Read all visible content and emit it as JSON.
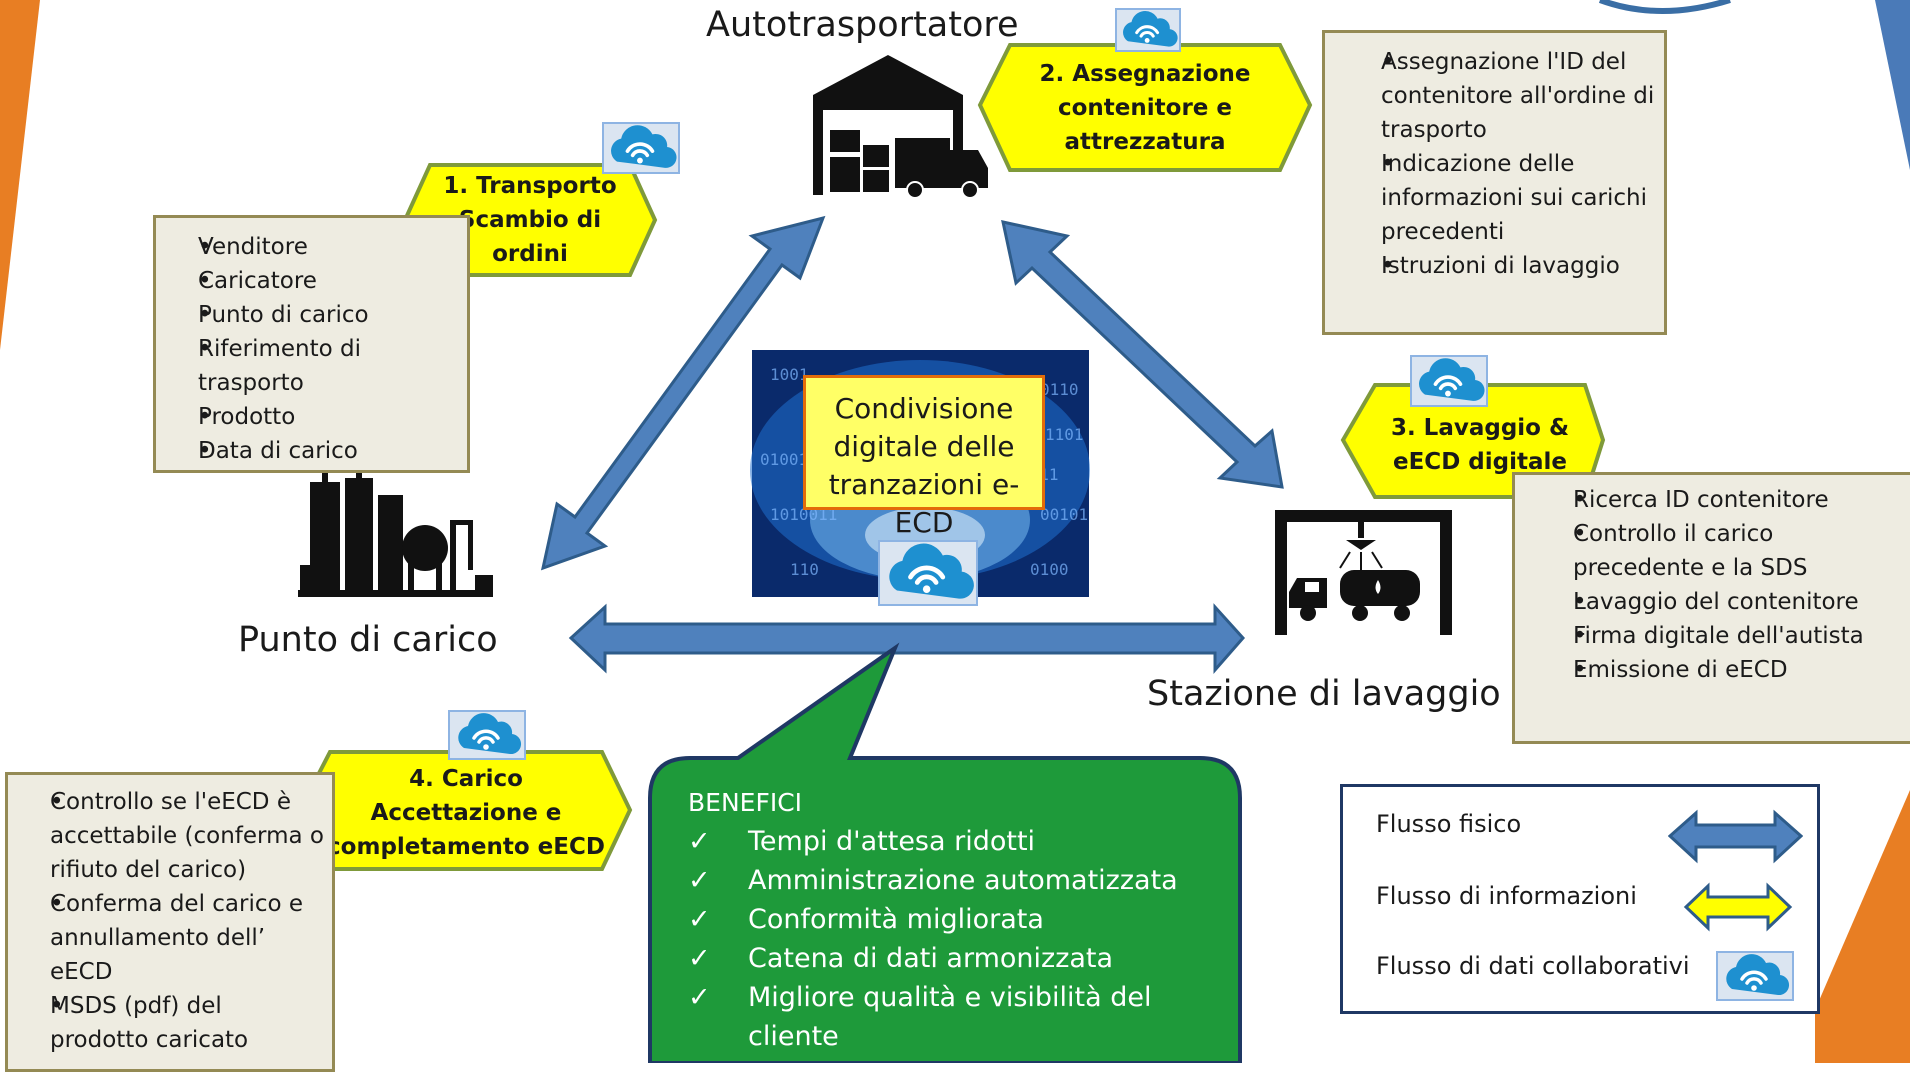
{
  "colors": {
    "arrow_fill": "#4f81bd",
    "arrow_stroke": "#2e5c8a",
    "hexagon_fill": "#ffff00",
    "hexagon_stroke": "#7f9a3a",
    "note_fill": "#eeece1",
    "note_border": "#948a54",
    "benefits_fill": "#1e9a3a",
    "benefits_border": "#1f3864",
    "accent_orange": "#e87e23",
    "accent_blue": "#4a7ab8",
    "cloud_fill": "#1e90d0"
  },
  "stations": {
    "trucker": "Autotrasportatore",
    "loading_point": "Punto di carico",
    "washing_station": "Stazione di lavaggio"
  },
  "steps": {
    "step1": {
      "icon": "cloud-wifi-icon",
      "lines": [
        "1. Transporto",
        "Scambio di",
        "ordini"
      ]
    },
    "step2": {
      "icon": "cloud-wifi-icon",
      "lines": [
        "2. Assegnazione",
        "contenitore e",
        "attrezzatura"
      ]
    },
    "step3": {
      "icon": "cloud-wifi-icon",
      "lines": [
        "3. Lavaggio &",
        "eECD digitale"
      ]
    },
    "step4": {
      "icon": "cloud-wifi-icon",
      "lines": [
        "4. Carico",
        "Accettazione e",
        "completamento eECD"
      ]
    }
  },
  "notes": {
    "order_data": [
      "Venditore",
      "Caricatore",
      "Punto di carico",
      "Riferimento di trasporto",
      "Prodotto",
      "Data di carico"
    ],
    "assignment": [
      "Assegnazione l'ID del contenitore all'ordine di trasporto",
      "Indicazione delle informazioni sui carichi precedenti",
      "Istruzioni di lavaggio"
    ],
    "washing": [
      "Ricerca ID contenitore",
      "Controllo il carico precedente e la SDS",
      "Lavaggio del contenitore",
      "Firma digitale dell'autista",
      "Emissione di eECD"
    ],
    "loading": [
      "Controllo se l'eECD è accettabile (conferma o rifiuto del carico)",
      "Conferma del carico e annullamento dell’ eECD",
      "MSDS (pdf) del prodotto caricato"
    ]
  },
  "center": {
    "caption": "Condivisione digitale delle tranzazioni e-ECD",
    "background_glyphs": [
      "1001",
      "0110",
      "01001",
      "1101",
      "1010011",
      "00101",
      "110",
      "0100",
      "1011"
    ]
  },
  "benefits": {
    "title": "BENEFICI",
    "items": [
      "Tempi d'attesa ridotti",
      "Amministrazione automatizzata",
      "Conformità migliorata",
      "Catena di dati armonizzata",
      "Migliore qualità e visibilità del cliente"
    ]
  },
  "legend": {
    "physical": "Flusso fisico",
    "information": "Flusso di informazioni",
    "collaborative": "Flusso di dati collaborativi"
  }
}
